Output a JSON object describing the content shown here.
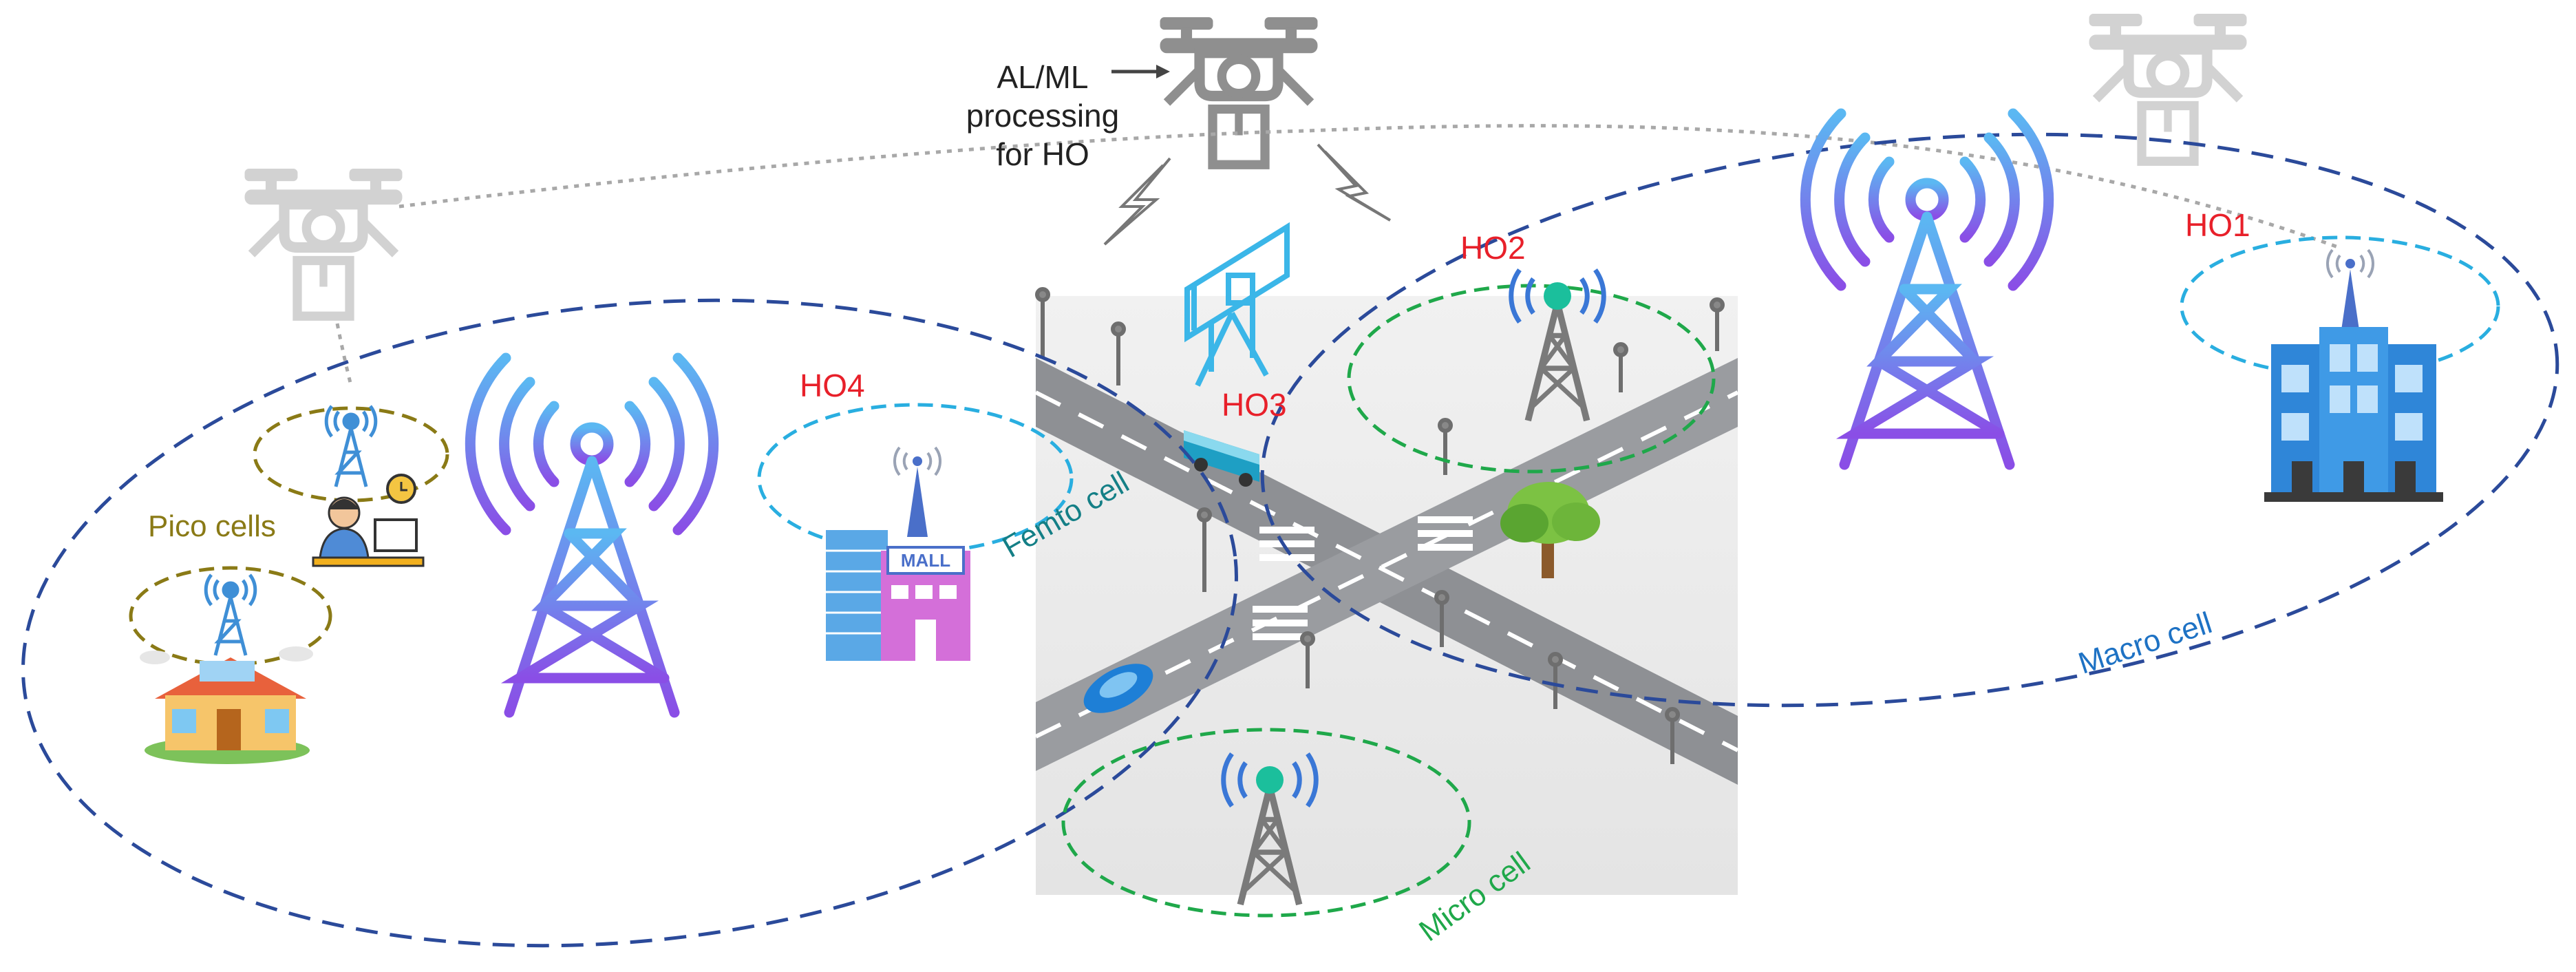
{
  "labels": {
    "ai_processing": "AL/ML processing for HO",
    "handovers": {
      "ho1": "HO1",
      "ho2": "HO2",
      "ho3": "HO3",
      "ho4": "HO4"
    },
    "cells": {
      "pico": "Pico cells",
      "femto": "Femto cell",
      "macro": "Macro cell",
      "micro": "Micro cell"
    }
  },
  "colors": {
    "handover_text": "#e8202a",
    "pico_ring": "#8a7a16",
    "femto_ring": "#29aee0",
    "micro_ring": "#1fa84a",
    "macro_ring": "#2b4a9a",
    "drone": "#8f8f8f",
    "drone_faded": "#cfcfcf"
  },
  "icons": [
    "drone-icon",
    "cell-tower-icon",
    "house-icon",
    "office-worker-icon",
    "mall-icon",
    "office-building-icon",
    "bus-icon",
    "car-icon",
    "tree-icon",
    "billboard-icon",
    "lightning-icon"
  ]
}
